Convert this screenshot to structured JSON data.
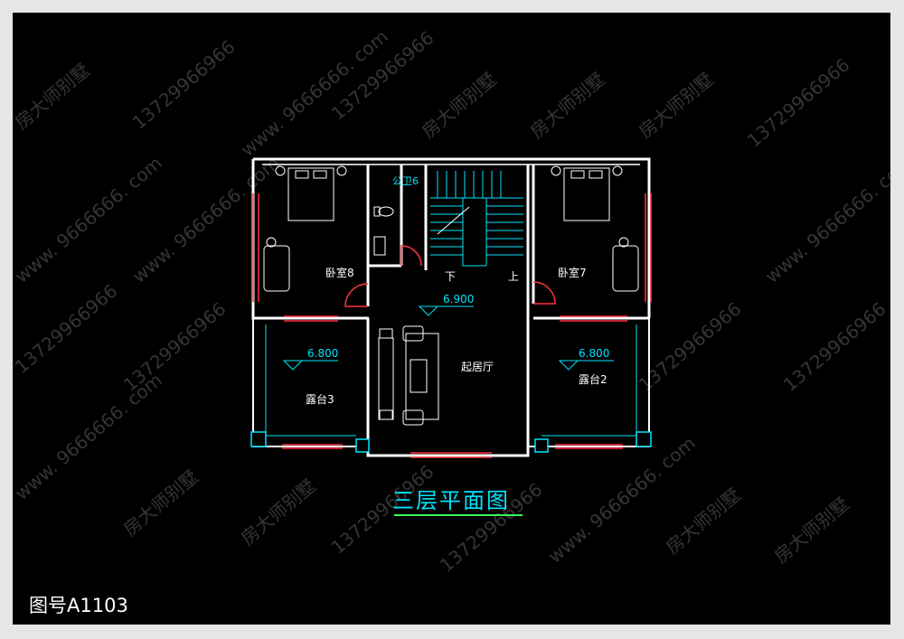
{
  "drawing": {
    "title": "三层平面图",
    "number": "图号A1103"
  },
  "rooms": {
    "bedroom_left": "卧室8",
    "bedroom_right": "卧室7",
    "bathroom": "公卫6",
    "living": "起居厅",
    "terrace_left": "露台3",
    "terrace_right": "露台2"
  },
  "stairs": {
    "down": "下",
    "up": "上"
  },
  "elevations": {
    "living": "6.900",
    "terrace_left": "6.800",
    "terrace_right": "6.800"
  },
  "watermark": {
    "brand": "房大师别墅",
    "phone": "13729966966",
    "site": "www. 9666666. com"
  },
  "colors": {
    "background": "#000000",
    "walls": "#ffffff",
    "windows": "#ff3040",
    "labels": "#00e5ff",
    "title_underline": "#39ff5a"
  }
}
